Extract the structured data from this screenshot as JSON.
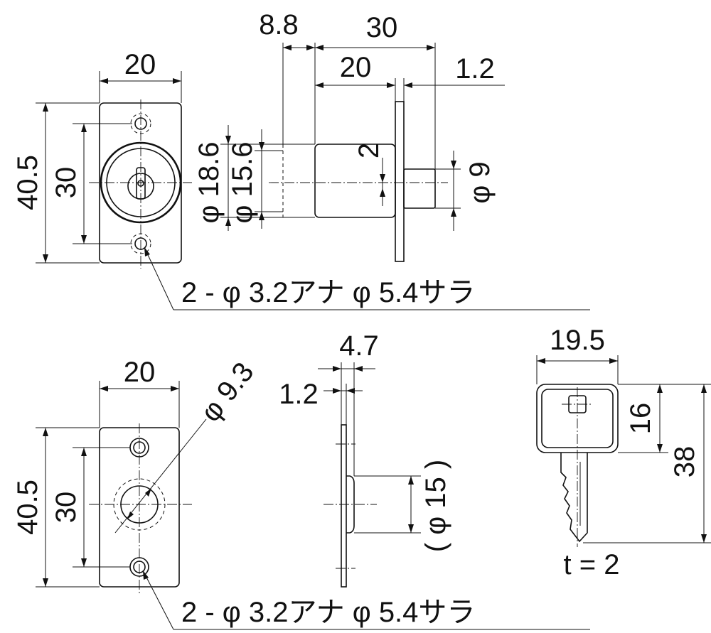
{
  "colors": {
    "line": "#111111",
    "background": "#ffffff"
  },
  "top_front_view": {
    "width": "20",
    "height": "40.5",
    "hole_pitch": "30",
    "hole_note": "2 - φ 3.2アナ φ 5.4サラ"
  },
  "top_side_view": {
    "d_8_8": "8.8",
    "d_30": "30",
    "d_20": "20",
    "d_1_2": "1.2",
    "d_phi_18_6": "φ 18.6",
    "d_phi_15_6": "φ 15.6",
    "d_2": "2",
    "d_phi_9": "φ 9"
  },
  "bottom_front_view": {
    "width": "20",
    "height": "40.5",
    "hole_pitch": "30",
    "phi_9_3": "φ 9.3",
    "hole_note": "2 - φ 3.2アナ φ 5.4サラ"
  },
  "bottom_side_view": {
    "d_4_7": "4.7",
    "d_1_2": "1.2",
    "d_phi_15": "( φ 15 )"
  },
  "key_view": {
    "width": "19.5",
    "head_height": "16",
    "length": "38",
    "thickness": "t = 2"
  }
}
